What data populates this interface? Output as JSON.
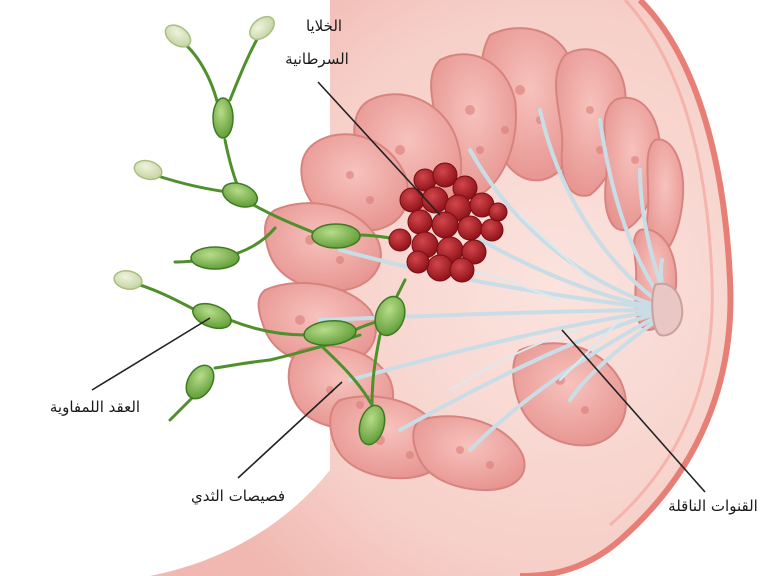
{
  "labels": {
    "cancer_cells_line1": "الخلايا",
    "cancer_cells_line2": "السرطانية",
    "lymph_nodes": "العقد اللمفاوية",
    "breast_lobules": "فصيصات الثدي",
    "milk_ducts": "القنوات الناقلة"
  },
  "colors": {
    "skin": "#f7d5cf",
    "skin_edge": "#e87f76",
    "lobule": "#f2a9a5",
    "lobule_dark": "#dd7e7b",
    "duct": "#c9dde6",
    "tumor": "#b52027",
    "lymph_node": "#7fb54f",
    "lymph_vessel": "#4f8f2c",
    "leader_line": "#222222"
  }
}
